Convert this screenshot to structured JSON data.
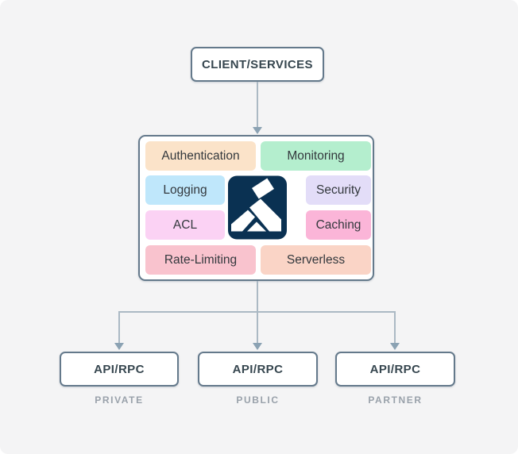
{
  "diagram": {
    "client": {
      "label": "CLIENT/SERVICES"
    },
    "gateway": {
      "logo": "apisix-logo",
      "features": [
        {
          "label": "Authentication",
          "color": "#FBE3C9"
        },
        {
          "label": "Monitoring",
          "color": "#B4EECE"
        },
        {
          "label": "Logging",
          "color": "#BFE7FB"
        },
        {
          "label": "Security",
          "color": "#E3DDF8"
        },
        {
          "label": "ACL",
          "color": "#FBD2F4"
        },
        {
          "label": "Caching",
          "color": "#FBB5D8"
        },
        {
          "label": "Rate-Limiting",
          "color": "#F9C3CE"
        },
        {
          "label": "Serverless",
          "color": "#FAD4C6"
        }
      ]
    },
    "apis": [
      {
        "label": "API/RPC",
        "category": "PRIVATE"
      },
      {
        "label": "API/RPC",
        "category": "PUBLIC"
      },
      {
        "label": "API/RPC",
        "category": "PARTNER"
      }
    ],
    "colors": {
      "background": "#F4F4F5",
      "node_border": "#64798B",
      "node_text": "#36464F",
      "category_text": "#99A1AA",
      "line": "#ABB9C4",
      "arrowhead": "#8BA2B3",
      "logo_bg": "#0A3152",
      "logo_mark": "#FFFFFF"
    }
  }
}
